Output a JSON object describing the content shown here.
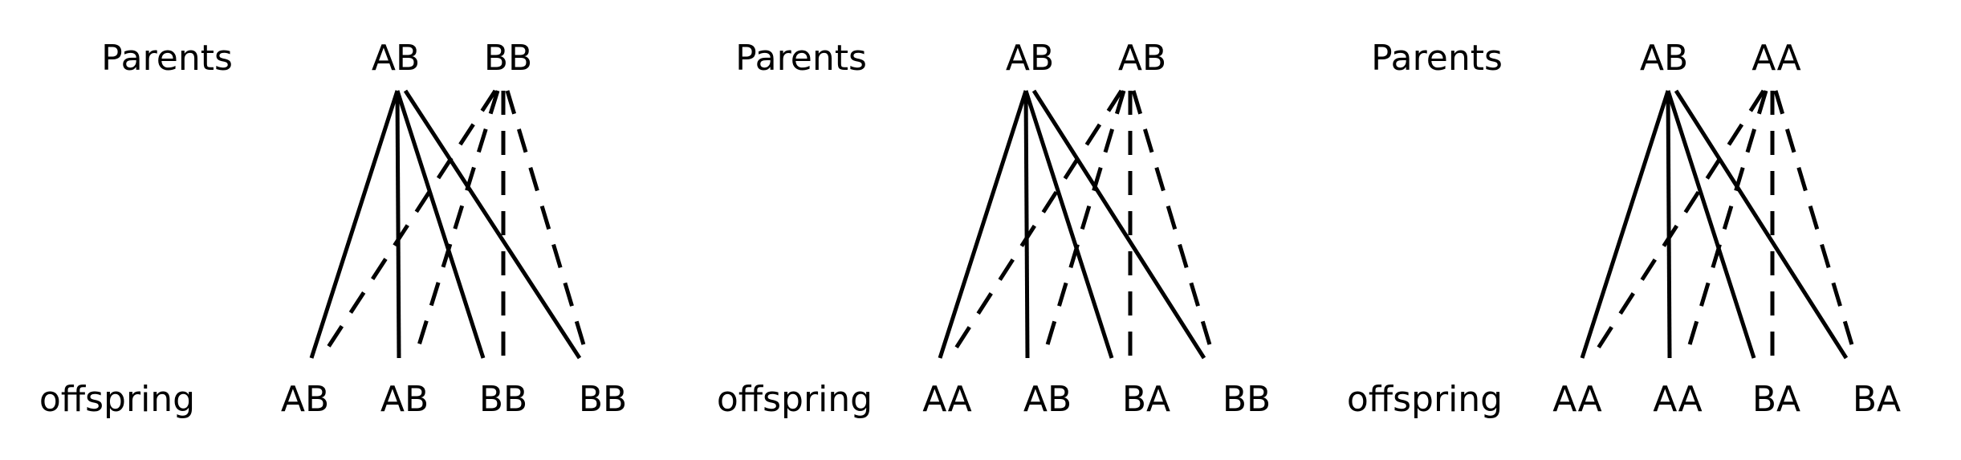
{
  "panels": [
    {
      "parents_label": "Parents",
      "offspring_label": "offspring",
      "parent1": "AB",
      "parent2": "BB",
      "offspring": [
        "AB",
        "AB",
        "BB",
        "BB"
      ]
    },
    {
      "parents_label": "Parents",
      "offspring_label": "offspring",
      "parent1": "AB",
      "parent2": "AB",
      "offspring": [
        "AA",
        "AB",
        "BA",
        "BB"
      ]
    },
    {
      "parents_label": "Parents",
      "offspring_label": "offspring",
      "parent1": "AB",
      "parent2": "AA",
      "offspring": [
        "AA",
        "AA",
        "BA",
        "BA"
      ]
    }
  ],
  "line_styles": {
    "parent1": "solid",
    "parent2": "dashed"
  },
  "colors": {
    "lines": "#000000",
    "text": "#000000",
    "background": "#ffffff"
  }
}
